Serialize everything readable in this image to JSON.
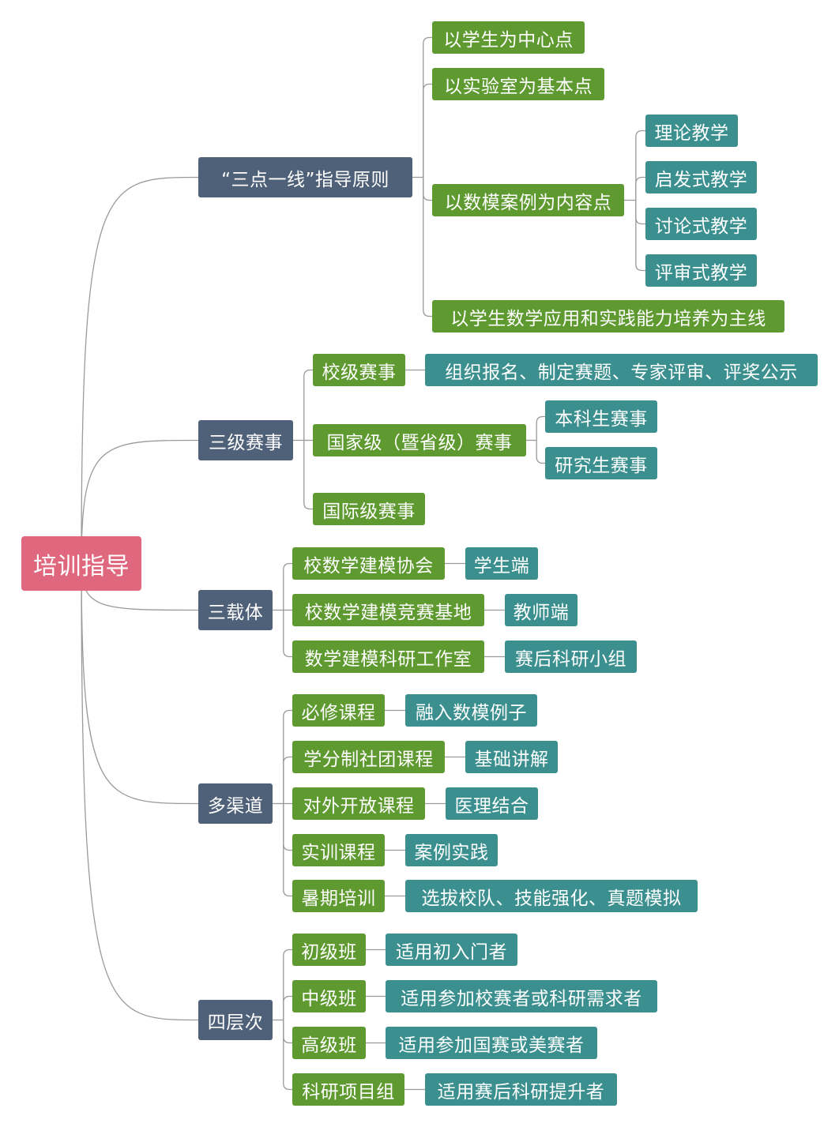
{
  "root": "培训指导",
  "branches": [
    {
      "label": "“三点一线”指导原则",
      "children": [
        {
          "label": "以学生为中心点"
        },
        {
          "label": "以实验室为基本点"
        },
        {
          "label": "以数模案例为内容点",
          "children": [
            "理论教学",
            "启发式教学",
            "讨论式教学",
            "评审式教学"
          ]
        },
        {
          "label": "以学生数学应用和实践能力培养为主线"
        }
      ]
    },
    {
      "label": "三级赛事",
      "children": [
        {
          "label": "校级赛事",
          "children": [
            "组织报名、制定赛题、专家评审、评奖公示"
          ]
        },
        {
          "label": "国家级（暨省级）赛事",
          "children": [
            "本科生赛事",
            "研究生赛事"
          ]
        },
        {
          "label": "国际级赛事"
        }
      ]
    },
    {
      "label": "三载体",
      "children": [
        {
          "label": "校数学建模协会",
          "children": [
            "学生端"
          ]
        },
        {
          "label": "校数学建模竞赛基地",
          "children": [
            "教师端"
          ]
        },
        {
          "label": "数学建模科研工作室",
          "children": [
            "赛后科研小组"
          ]
        }
      ]
    },
    {
      "label": "多渠道",
      "children": [
        {
          "label": "必修课程",
          "children": [
            "融入数模例子"
          ]
        },
        {
          "label": "学分制社团课程",
          "children": [
            "基础讲解"
          ]
        },
        {
          "label": "对外开放课程",
          "children": [
            "医理结合"
          ]
        },
        {
          "label": "实训课程",
          "children": [
            "案例实践"
          ]
        },
        {
          "label": "暑期培训",
          "children": [
            "选拔校队、技能强化、真题模拟"
          ]
        }
      ]
    },
    {
      "label": "四层次",
      "children": [
        {
          "label": "初级班",
          "children": [
            "适用初入门者"
          ]
        },
        {
          "label": "中级班",
          "children": [
            "适用参加校赛者或科研需求者"
          ]
        },
        {
          "label": "高级班",
          "children": [
            "适用参加国赛或美赛者"
          ]
        },
        {
          "label": "科研项目组",
          "children": [
            "适用赛后科研提升者"
          ]
        }
      ]
    }
  ],
  "colors": {
    "root": "#e0687e",
    "level1": "#4f6178",
    "level2": "#5f9a31",
    "level3": "#3b908f",
    "connector": "#9a9a9a"
  }
}
